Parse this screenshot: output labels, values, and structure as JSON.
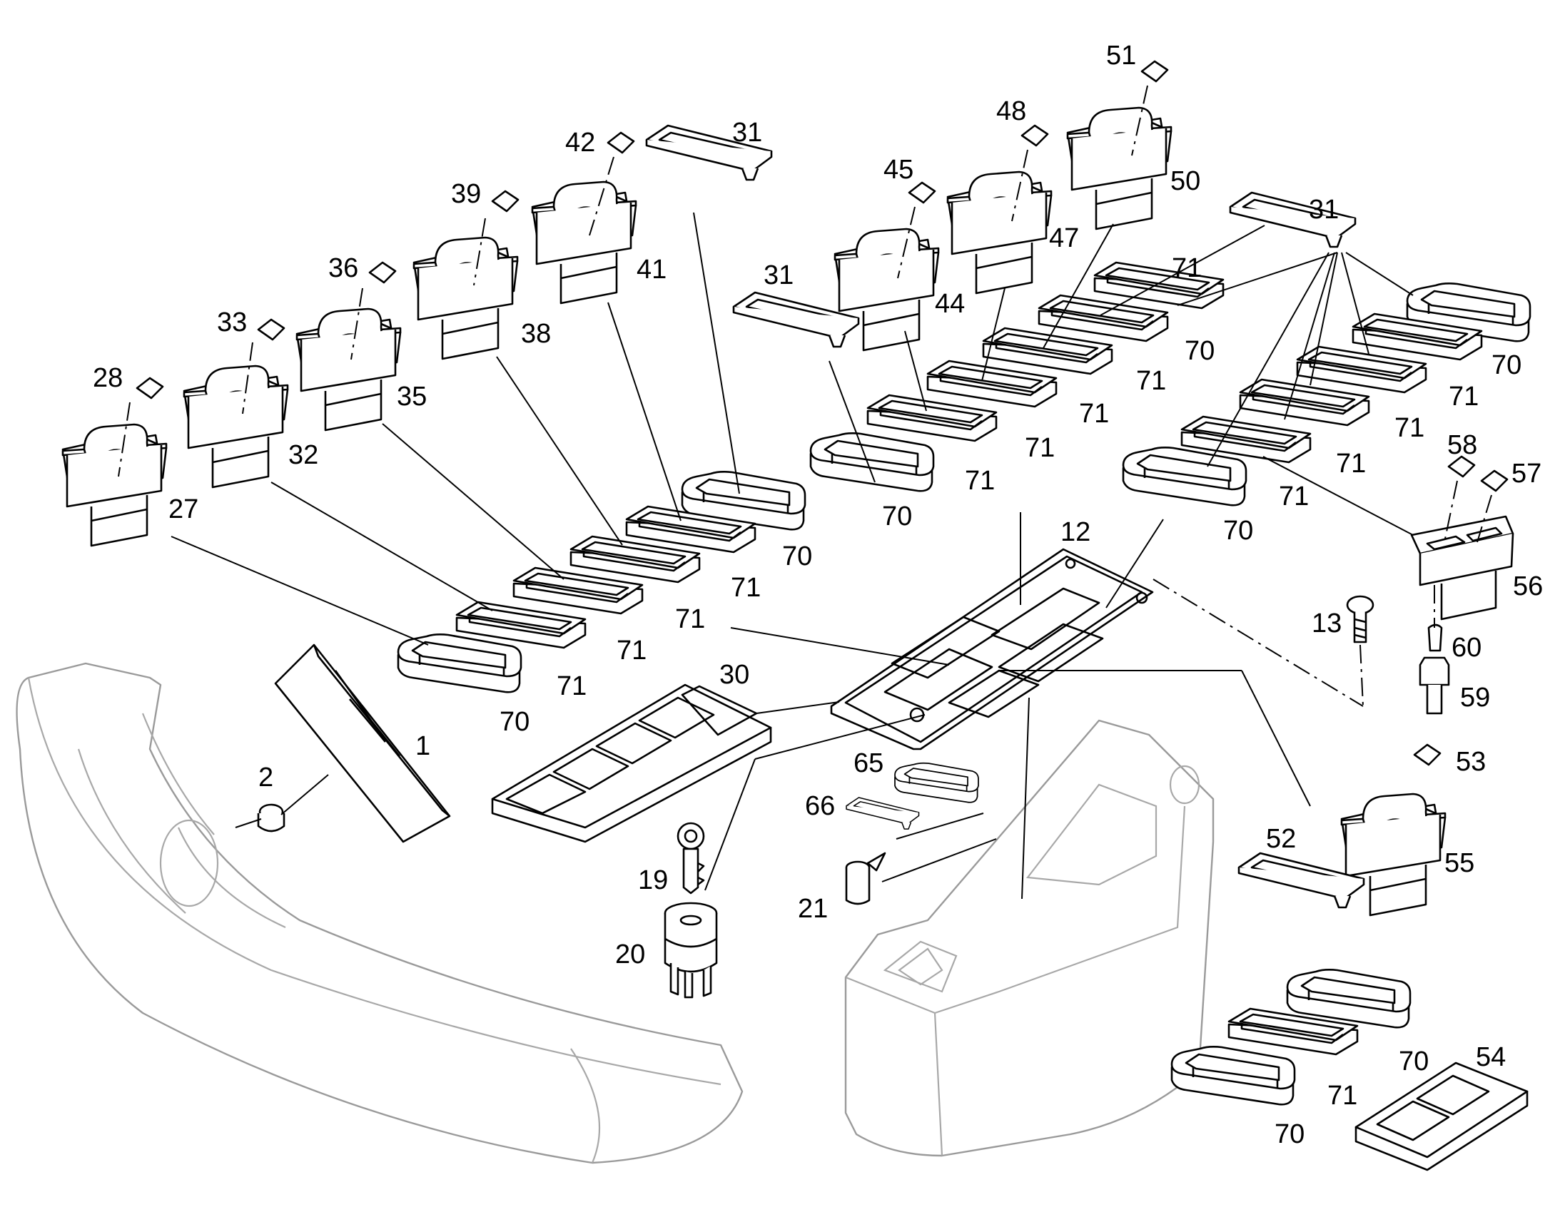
{
  "figure": {
    "background": "#ffffff",
    "line_color": "#000000",
    "ghost_color": "#9a9a9a",
    "callouts": [
      "1",
      "2",
      "12",
      "13",
      "19",
      "20",
      "21",
      "27",
      "28",
      "30",
      "31",
      "31",
      "31",
      "32",
      "33",
      "35",
      "36",
      "38",
      "39",
      "41",
      "42",
      "44",
      "45",
      "47",
      "48",
      "50",
      "51",
      "52",
      "53",
      "54",
      "55",
      "56",
      "57",
      "58",
      "59",
      "60",
      "65",
      "66",
      "70",
      "70",
      "70",
      "70",
      "70",
      "70",
      "70",
      "71",
      "71",
      "71",
      "71",
      "71",
      "71",
      "71",
      "71",
      "71",
      "71",
      "71",
      "71",
      "71",
      "71"
    ]
  }
}
